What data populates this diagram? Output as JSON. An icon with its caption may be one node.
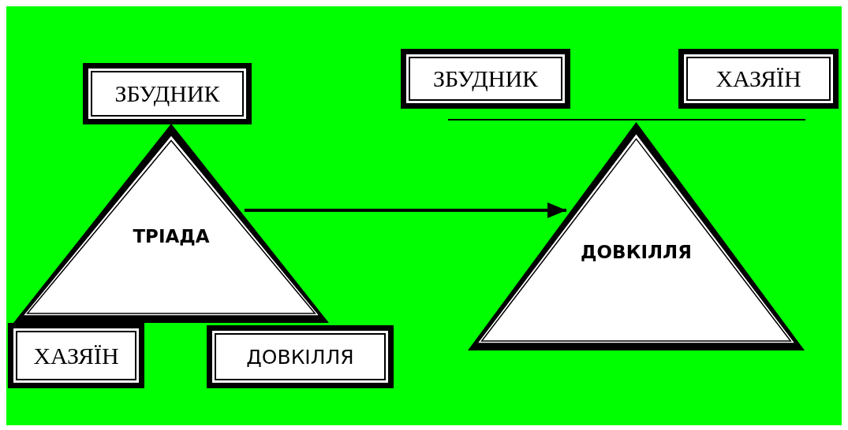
{
  "diagram": {
    "nodes": [
      {
        "text": [
          "ЗБУДНИК"
        ]
      },
      {
        "text": [
          "ТРІАДА"
        ]
      },
      {
        "text": [
          "ХАЗЯЇН"
        ]
      },
      {
        "text": [
          "ДОВКІЛЛЯ"
        ]
      },
      {
        "text": [
          "ЗБУДНИК"
        ]
      },
      {
        "text": [
          "ХАЗЯЇН"
        ]
      },
      {
        "text": [
          "ДОВКІЛЛЯ"
        ]
      }
    ],
    "edges": [
      {
        "from": 1,
        "to": 6,
        "arrow": "to"
      }
    ]
  }
}
